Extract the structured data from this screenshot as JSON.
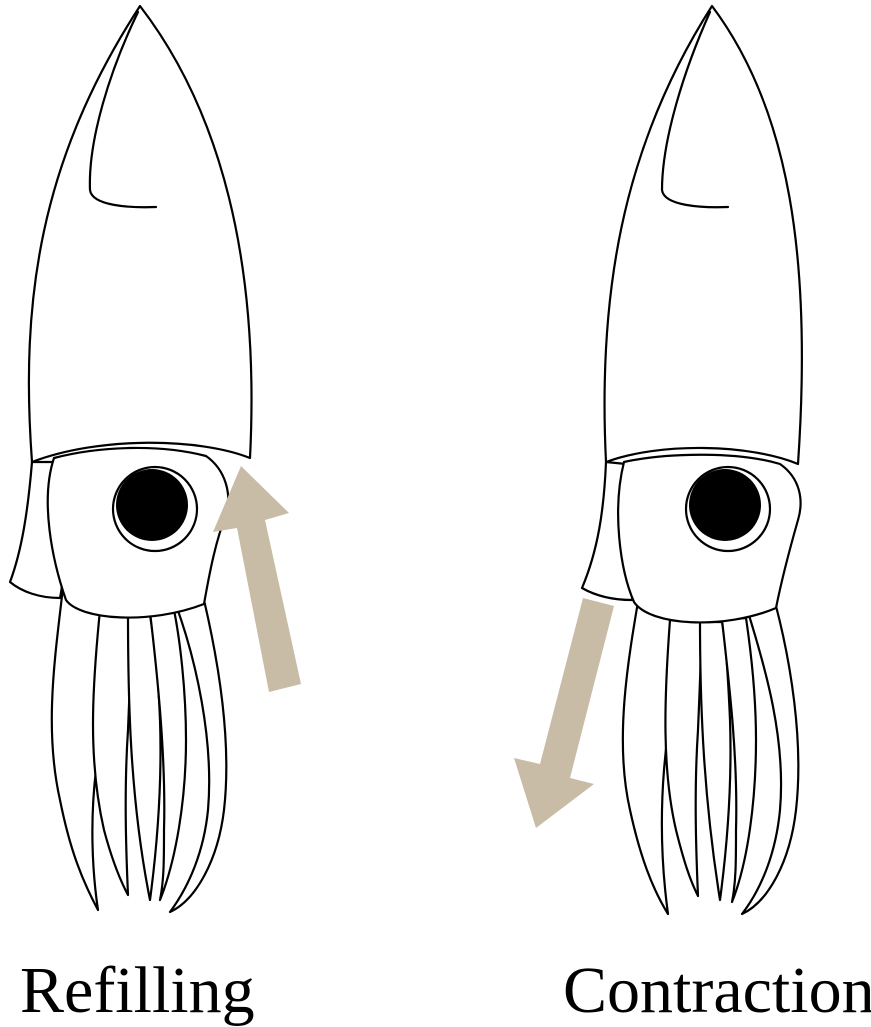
{
  "labels": {
    "left": "Refilling",
    "right": "Contraction"
  },
  "colors": {
    "outline": "#000000",
    "body_fill": "#ffffff",
    "eye": "#000000",
    "arrow": "#c9bca6"
  },
  "arrows": {
    "left": "upward (refilling)",
    "right": "downward (contraction)"
  }
}
